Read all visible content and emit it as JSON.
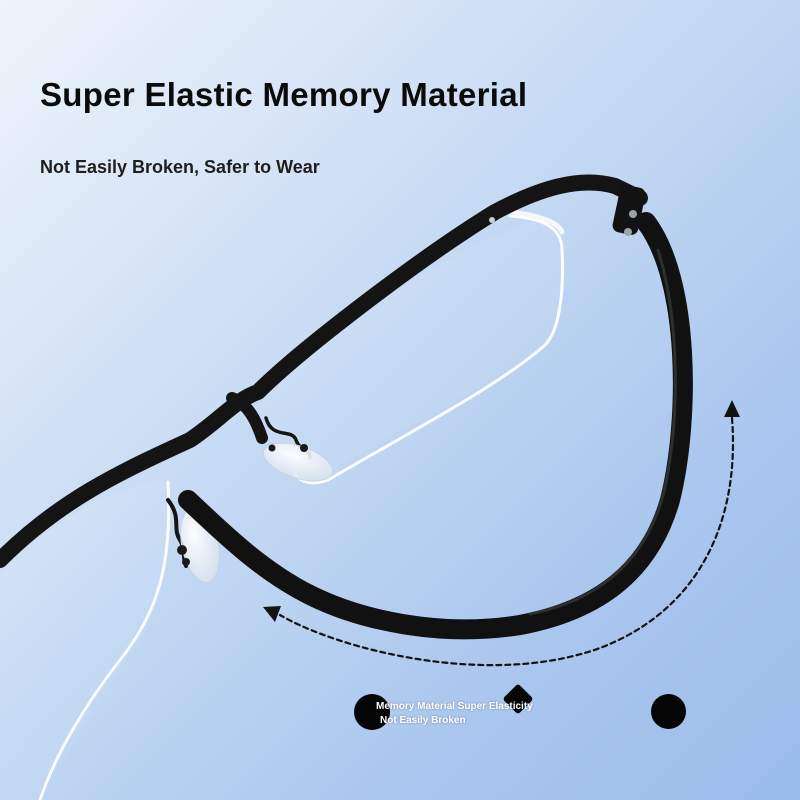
{
  "headline": "Super Elastic Memory Material",
  "subheadline": "Not Easily Broken, Safer to Wear",
  "caption": {
    "line1": "Memory Material Super Elasticity",
    "line2": "Not Easily Broken"
  },
  "colors": {
    "background_light": "#eef4fb",
    "background_mid": "#c9dcf4",
    "background_dark": "#9bbdea",
    "frame": "#111111",
    "text": "#0b0b0b"
  },
  "icons": [
    "dashed-curved-arrow-icon",
    "dot-icon",
    "diamond-icon"
  ]
}
